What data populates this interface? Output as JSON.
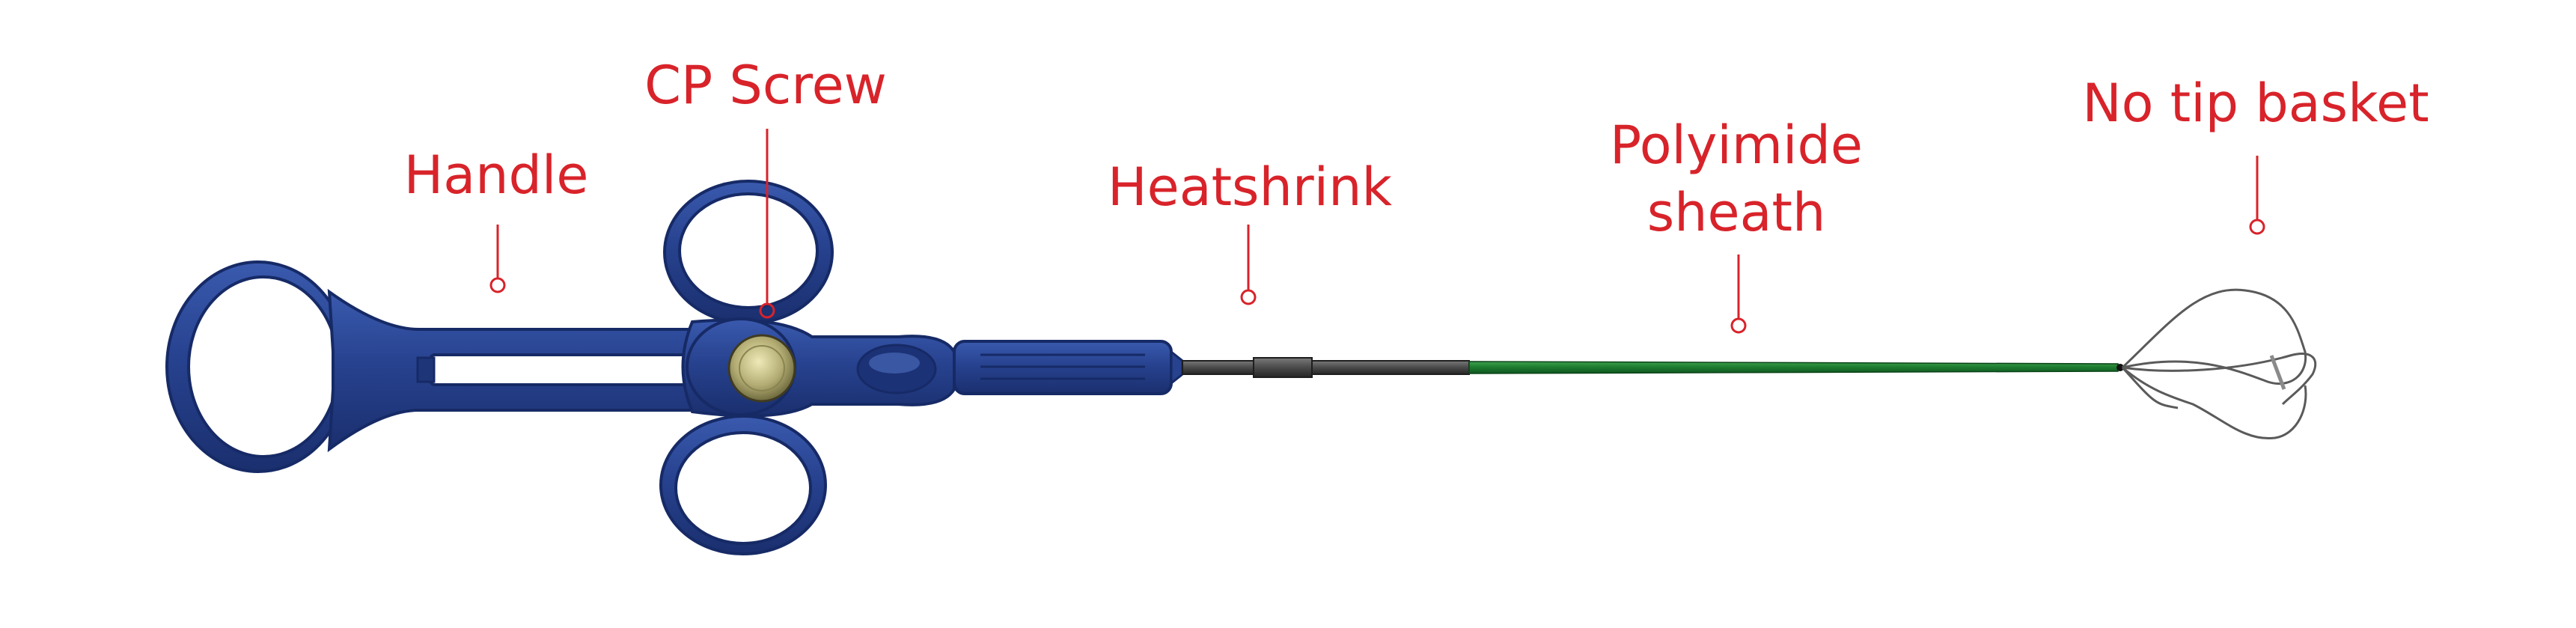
{
  "diagram": {
    "labels": {
      "handle": "Handle",
      "cp_screw": "CP Screw",
      "heatshrink": "Heatshrink",
      "polyimide_line1": "Polyimide",
      "polyimide_line2": "sheath",
      "basket": "No tip basket"
    },
    "colors": {
      "label": "#d8232a",
      "handle_body": "#27428f",
      "handle_outline": "#162a66",
      "sheath": "#1c7a2e",
      "heatshrink": "#4a4a4a",
      "screw": "#b3ad74"
    }
  }
}
